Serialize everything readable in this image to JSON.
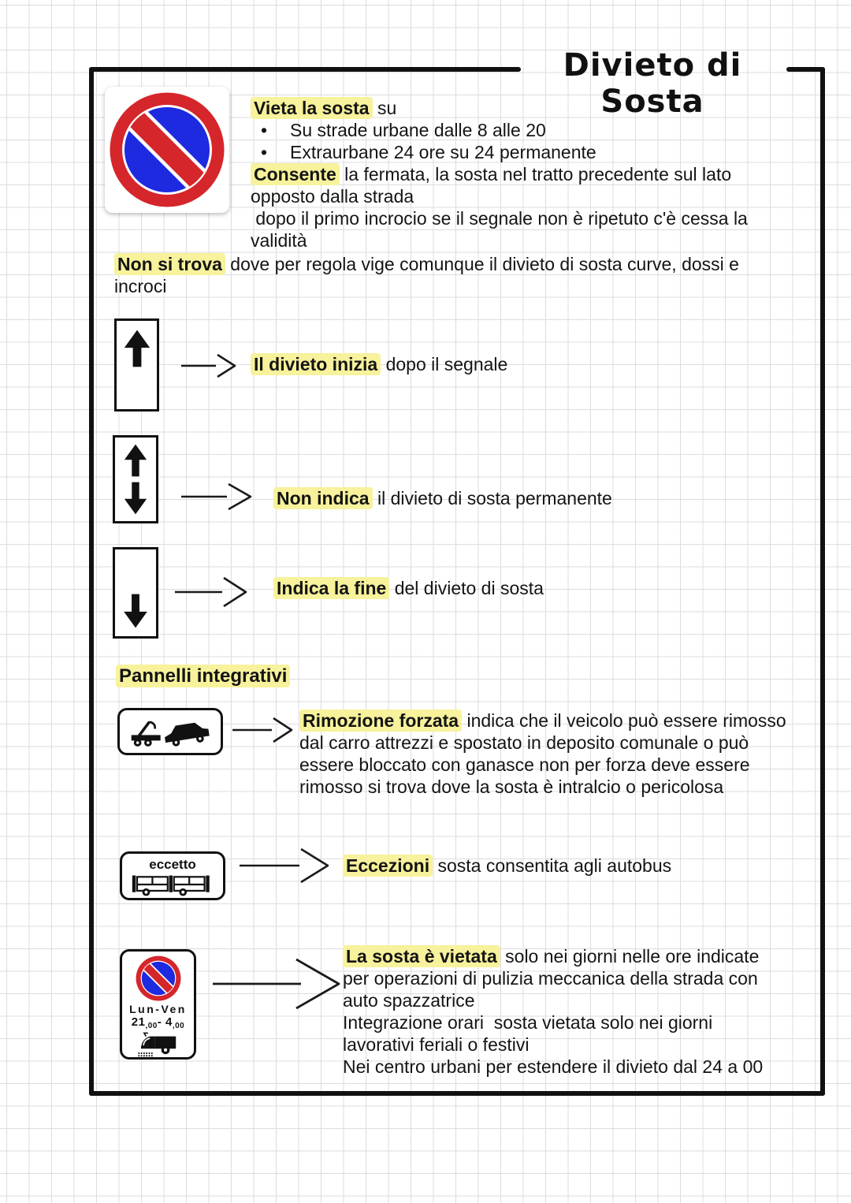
{
  "page": {
    "title": "Divieto di Sosta",
    "colors": {
      "highlight": "#f7f29b",
      "sign_red": "#d5262b",
      "sign_blue": "#1d2ae0",
      "ink": "#141414"
    }
  },
  "glyphs": {
    "bullet": "•"
  },
  "icons": {
    "main_sign": "no-parking-sign",
    "panel_start": "arrow-up-panel",
    "panel_continue": "arrow-up-down-panel",
    "panel_end": "arrow-down-panel",
    "tow": "tow-truck-panel",
    "bus": "bus-exception-panel",
    "sweeper": "no-parking-sweeper-panel"
  },
  "intro": {
    "vieta_hl": "Vieta la sosta",
    "vieta_rest": " su",
    "bullets": [
      "Su strade urbane dalle 8 alle 20",
      "Extraurbane 24 ore su 24 permanente"
    ],
    "consente_hl": "Consente",
    "consente_rest": " la fermata, la sosta nel tratto precedente sul lato opposto dalla strada",
    "incrocio": " dopo il primo incrocio se il segnale non è ripetuto c'è cessa la validità",
    "nontrova_hl": "Non si trova",
    "nontrova_rest": " dove per regola vige comunque il divieto di sosta curve, dossi e incroci"
  },
  "panel_rows": [
    {
      "hl": "Il divieto inizia",
      "rest": " dopo il segnale"
    },
    {
      "hl": "Non indica",
      "rest": " il divieto di sosta permanente"
    },
    {
      "hl": "Indica la fine",
      "rest": " del divieto di sosta"
    }
  ],
  "section_heading": "Pannelli integrativi",
  "integrativi": [
    {
      "hl": "Rimozione forzata",
      "rest": " indica che il veicolo può essere rimosso dal carro attrezzi e spostato in deposito comunale o può essere bloccato con ganasce non per forza deve essere rimosso si trova dove la sosta è intralcio o pericolosa"
    },
    {
      "sign_label": "eccetto",
      "hl": "Eccezioni",
      "rest": " sosta consentita agli autobus"
    },
    {
      "sign_days": "Lun-Ven",
      "hours": [
        "21",
        ",00",
        "- 4",
        ",00"
      ],
      "hl": "La sosta è vietata",
      "rest": " solo nei giorni nelle ore indicate per operazioni di pulizia meccanica della strada con auto spazzatrice",
      "extra1": "Integrazione orari  sosta vietata solo nei giorni lavorativi feriali o festivi",
      "extra2": "Nei centro urbani per estendere il divieto dal 24 a 00"
    }
  ]
}
